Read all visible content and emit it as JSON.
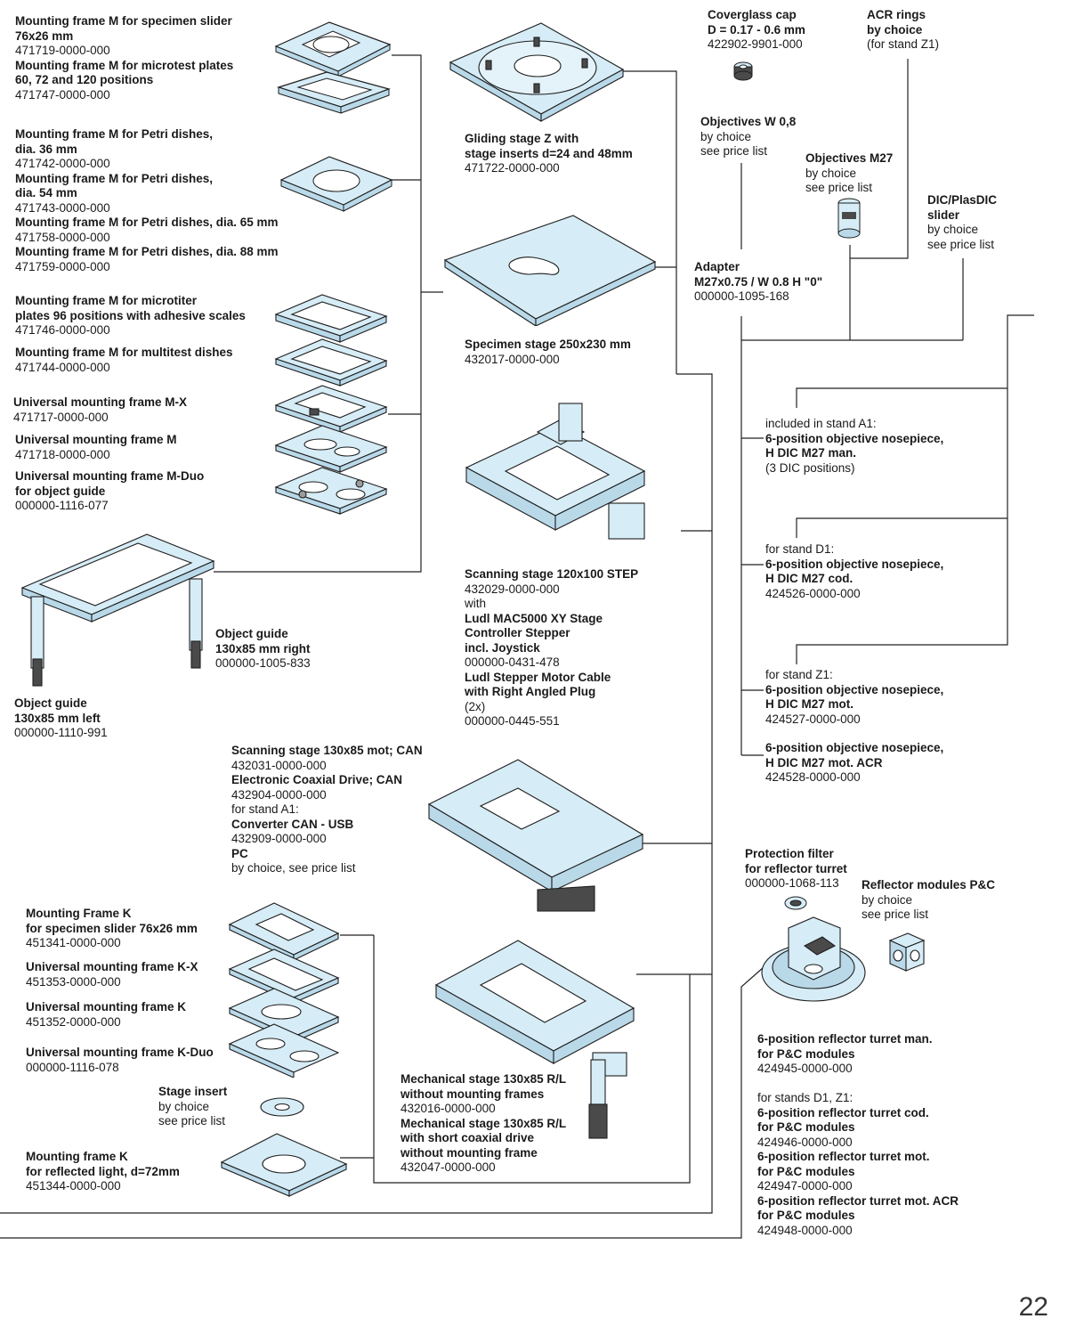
{
  "page_number": "22",
  "labels": {
    "frame_m_slider": [
      {
        "t": "Mounting frame M for specimen slider",
        "b": true
      },
      {
        "t": "76x26 mm",
        "b": true
      },
      {
        "t": "471719-0000-000",
        "b": false
      },
      {
        "t": "Mounting frame M for microtest plates",
        "b": true
      },
      {
        "t": "60, 72 and 120 positions",
        "b": true
      },
      {
        "t": "471747-0000-000",
        "b": false
      }
    ],
    "frame_m_petri": [
      {
        "t": "Mounting frame M for Petri dishes,",
        "b": true
      },
      {
        "t": "dia. 36 mm",
        "b": true
      },
      {
        "t": "471742-0000-000",
        "b": false
      },
      {
        "t": "Mounting frame M for Petri dishes,",
        "b": true
      },
      {
        "t": "dia. 54 mm",
        "b": true
      },
      {
        "t": "471743-0000-000",
        "b": false
      },
      {
        "t": "Mounting frame M for Petri dishes, dia. 65 mm",
        "b": true
      },
      {
        "t": "471758-0000-000",
        "b": false
      },
      {
        "t": "Mounting frame M for Petri dishes, dia. 88 mm",
        "b": true
      },
      {
        "t": "471759-0000-000",
        "b": false
      }
    ],
    "frame_m_microtiter": [
      {
        "t": "Mounting frame M for microtiter",
        "b": true
      },
      {
        "t": "plates 96 positions with adhesive scales",
        "b": true
      },
      {
        "t": "471746-0000-000",
        "b": false
      }
    ],
    "frame_m_multitest": [
      {
        "t": "Mounting frame M for multitest dishes",
        "b": true
      },
      {
        "t": "471744-0000-000",
        "b": false
      }
    ],
    "universal_mx": [
      {
        "t": "Universal mounting frame M-X",
        "b": true
      },
      {
        "t": "471717-0000-000",
        "b": false
      }
    ],
    "universal_m": [
      {
        "t": "Universal mounting frame M",
        "b": true
      },
      {
        "t": "471718-0000-000",
        "b": false
      }
    ],
    "universal_mduo": [
      {
        "t": "Universal mounting frame M-Duo",
        "b": true
      },
      {
        "t": "for object guide",
        "b": true
      },
      {
        "t": "000000-1116-077",
        "b": false
      }
    ],
    "object_guide_right": [
      {
        "t": "Object guide",
        "b": true
      },
      {
        "t": "130x85 mm right",
        "b": true
      },
      {
        "t": "000000-1005-833",
        "b": false
      }
    ],
    "object_guide_left": [
      {
        "t": "Object guide",
        "b": true
      },
      {
        "t": "130x85 mm left",
        "b": true
      },
      {
        "t": "000000-1110-991",
        "b": false
      }
    ],
    "gliding_stage": [
      {
        "t": "Gliding stage Z with",
        "b": true
      },
      {
        "t": "stage inserts d=24 and 48mm",
        "b": true
      },
      {
        "t": "471722-0000-000",
        "b": false
      }
    ],
    "specimen_stage": [
      {
        "t": "Specimen stage 250x230 mm",
        "b": true
      },
      {
        "t": "432017-0000-000",
        "b": false
      }
    ],
    "scanning_stage_step": [
      {
        "t": "Scanning stage 120x100 STEP",
        "b": true
      },
      {
        "t": "432029-0000-000",
        "b": false
      },
      {
        "t": "with",
        "b": false
      },
      {
        "t": "Ludl MAC5000 XY Stage",
        "b": true
      },
      {
        "t": "Controller Stepper",
        "b": true
      },
      {
        "t": "incl. Joystick",
        "b": true
      },
      {
        "t": "000000-0431-478",
        "b": false
      },
      {
        "t": "Ludl Stepper Motor Cable",
        "b": true
      },
      {
        "t": "with Right Angled Plug",
        "b": true
      },
      {
        "t": "(2x)",
        "b": false
      },
      {
        "t": "000000-0445-551",
        "b": false
      }
    ],
    "scanning_stage_can": [
      {
        "t": "Scanning stage 130x85 mot; CAN",
        "b": true
      },
      {
        "t": "432031-0000-000",
        "b": false
      },
      {
        "t": "Electronic Coaxial Drive; CAN",
        "b": true
      },
      {
        "t": "432904-0000-000",
        "b": false
      },
      {
        "t": "for stand A1:",
        "b": false
      },
      {
        "t": "Converter CAN - USB",
        "b": true
      },
      {
        "t": "432909-0000-000",
        "b": false
      },
      {
        "t": "PC",
        "b": true
      },
      {
        "t": "by choice, see price list",
        "b": false
      }
    ],
    "frame_k_slider": [
      {
        "t": "Mounting Frame K",
        "b": true
      },
      {
        "t": "for specimen slider 76x26 mm",
        "b": true
      },
      {
        "t": "451341-0000-000",
        "b": false
      }
    ],
    "universal_kx": [
      {
        "t": "Universal mounting frame K-X",
        "b": true
      },
      {
        "t": "451353-0000-000",
        "b": false
      }
    ],
    "universal_k": [
      {
        "t": "Universal mounting frame K",
        "b": true
      },
      {
        "t": "451352-0000-000",
        "b": false
      }
    ],
    "universal_kduo": [
      {
        "t": "Universal mounting frame K-Duo",
        "b": true
      },
      {
        "t": "000000-1116-078",
        "b": false
      }
    ],
    "stage_insert": [
      {
        "t": "Stage insert",
        "b": true
      },
      {
        "t": "by choice",
        "b": false
      },
      {
        "t": "see price list",
        "b": false
      }
    ],
    "frame_k_reflected": [
      {
        "t": "Mounting frame K",
        "b": true
      },
      {
        "t": "for reflected light, d=72mm",
        "b": true
      },
      {
        "t": "451344-0000-000",
        "b": false
      }
    ],
    "mechanical_stage": [
      {
        "t": "Mechanical stage 130x85 R/L",
        "b": true
      },
      {
        "t": "without mounting frames",
        "b": true
      },
      {
        "t": "432016-0000-000",
        "b": false
      },
      {
        "t": "Mechanical stage 130x85 R/L",
        "b": true
      },
      {
        "t": "with short coaxial drive",
        "b": true
      },
      {
        "t": "without mounting frame",
        "b": true
      },
      {
        "t": "432047-0000-000",
        "b": false
      }
    ],
    "coverglass_cap": [
      {
        "t": "Coverglass cap",
        "b": true
      },
      {
        "t": "D = 0.17 - 0.6 mm",
        "b": true
      },
      {
        "t": "422902-9901-000",
        "b": false
      }
    ],
    "acr_rings": [
      {
        "t": "ACR rings",
        "b": true
      },
      {
        "t": "by choice",
        "b": true
      },
      {
        "t": "(for stand Z1)",
        "b": false
      }
    ],
    "objectives_w": [
      {
        "t": "Objectives W 0,8",
        "b": true
      },
      {
        "t": "by choice",
        "b": false
      },
      {
        "t": "see price list",
        "b": false
      }
    ],
    "objectives_m27": [
      {
        "t": "Objectives M27",
        "b": true
      },
      {
        "t": "by choice",
        "b": false
      },
      {
        "t": "see price list",
        "b": false
      }
    ],
    "dic_slider": [
      {
        "t": "DIC/PlasDIC",
        "b": true
      },
      {
        "t": "slider",
        "b": true
      },
      {
        "t": "by choice",
        "b": false
      },
      {
        "t": "see price list",
        "b": false
      }
    ],
    "adapter": [
      {
        "t": "Adapter",
        "b": true
      },
      {
        "t": "M27x0.75 / W 0.8 H \"0\"",
        "b": true
      },
      {
        "t": "000000-1095-168",
        "b": false
      }
    ],
    "nosepiece_a1": [
      {
        "t": "included in stand A1:",
        "b": false
      },
      {
        "t": "6-position objective nosepiece,",
        "b": true
      },
      {
        "t": "H DIC M27 man.",
        "b": true
      },
      {
        "t": "(3 DIC positions)",
        "b": false
      }
    ],
    "nosepiece_d1": [
      {
        "t": "for stand D1:",
        "b": false
      },
      {
        "t": "6-position objective nosepiece,",
        "b": true
      },
      {
        "t": "H DIC M27 cod.",
        "b": true
      },
      {
        "t": "424526-0000-000",
        "b": false
      }
    ],
    "nosepiece_z1": [
      {
        "t": "for stand Z1:",
        "b": false
      },
      {
        "t": "6-position objective nosepiece,",
        "b": true
      },
      {
        "t": "H DIC M27 mot.",
        "b": true
      },
      {
        "t": "424527-0000-000",
        "b": false
      }
    ],
    "nosepiece_acr": [
      {
        "t": "6-position objective nosepiece,",
        "b": true
      },
      {
        "t": "H DIC M27 mot. ACR",
        "b": true
      },
      {
        "t": "424528-0000-000",
        "b": false
      }
    ],
    "protection_filter": [
      {
        "t": "Protection filter",
        "b": true
      },
      {
        "t": "for reflector turret",
        "b": true
      },
      {
        "t": "000000-1068-113",
        "b": false
      }
    ],
    "reflector_modules": [
      {
        "t": "Reflector modules P&C",
        "b": true
      },
      {
        "t": "by choice",
        "b": false
      },
      {
        "t": "see price list",
        "b": false
      }
    ],
    "reflector_turret": [
      {
        "t": "6-position reflector turret man.",
        "b": true
      },
      {
        "t": "for P&C modules",
        "b": true
      },
      {
        "t": "424945-0000-000",
        "b": false
      },
      {
        "t": "",
        "b": false
      },
      {
        "t": "for stands D1, Z1:",
        "b": false
      },
      {
        "t": "6-position reflector turret cod.",
        "b": true
      },
      {
        "t": "for P&C modules",
        "b": true
      },
      {
        "t": "424946-0000-000",
        "b": false
      },
      {
        "t": "6-position reflector turret mot.",
        "b": true
      },
      {
        "t": "for P&C modules",
        "b": true
      },
      {
        "t": "424947-0000-000",
        "b": false
      },
      {
        "t": "6-position reflector turret mot. ACR",
        "b": true
      },
      {
        "t": "for P&C modules",
        "b": true
      },
      {
        "t": "424948-0000-000",
        "b": false
      }
    ]
  },
  "colors": {
    "part_fill": "#d6ecf6",
    "part_stroke": "#1e1e1e",
    "connector_line": "#222222",
    "dark_detail": "#4a4a4a"
  }
}
